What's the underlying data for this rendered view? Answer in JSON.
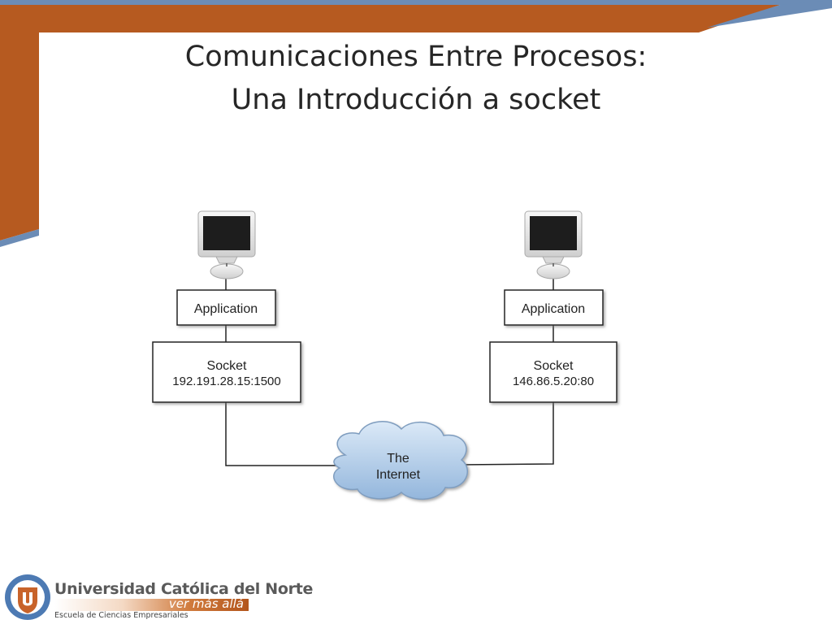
{
  "slide": {
    "title_line1": "Comunicaciones Entre Procesos:",
    "title_line2": "Una Introducción a socket",
    "colors": {
      "frame_orange": "#b65a20",
      "frame_blue": "#6b8cb6"
    }
  },
  "diagram": {
    "left_host": {
      "computer_icon": "computer-icon",
      "application_label": "Application",
      "socket_label": "Socket",
      "socket_address": "192.191.28.15:1500"
    },
    "right_host": {
      "computer_icon": "computer-icon",
      "application_label": "Application",
      "socket_label": "Socket",
      "socket_address": "146.86.5.20:80"
    },
    "cloud": {
      "line1": "The",
      "line2": "Internet"
    }
  },
  "footer": {
    "university_name": "Universidad Católica del Norte",
    "slogan": "ver más allá",
    "school": "Escuela de Ciencias Empresariales"
  }
}
